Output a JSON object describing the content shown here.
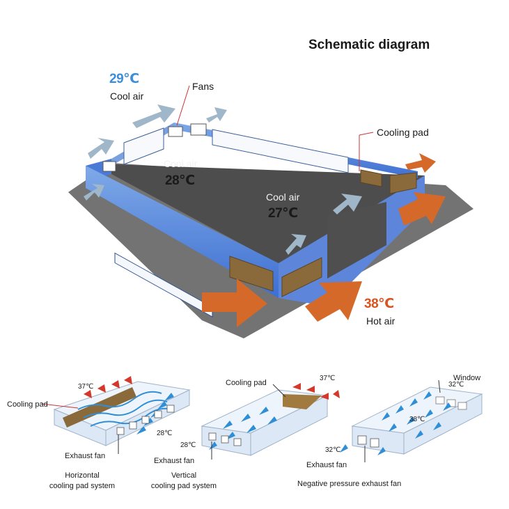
{
  "title": "Schematic diagram",
  "main_diagram": {
    "outside_cool_temp": "29℃",
    "outside_cool_label": "Cool air",
    "fans_label": "Fans",
    "cooling_pad_label": "Cooling pad",
    "inside_left_label": "Cool air",
    "inside_left_temp": "28℃",
    "inside_right_label": "Cool air",
    "inside_right_temp": "27℃",
    "hot_temp": "38℃",
    "hot_label": "Hot air"
  },
  "systems": [
    {
      "pad_label": "Cooling pad",
      "hot_temp": "37℃",
      "cool_temp": "28℃",
      "fan_label": "Exhaust fan",
      "caption_line1": "Horizontal",
      "caption_line2": "cooling pad system"
    },
    {
      "pad_label": "Cooling pad",
      "hot_temp": "37℃",
      "cool_temp": "28℃",
      "fan_label": "Exhaust fan",
      "caption_line1": "Vertical",
      "caption_line2": "cooling pad system"
    },
    {
      "window_label": "Window",
      "temp_top": "32℃",
      "temp_mid": "38℃",
      "temp_out": "32℃",
      "fan_label": "Exhaust fan",
      "caption_line1": "Negative pressure exhaust fan"
    }
  ],
  "colors": {
    "wall_blue": "#3d6fd1",
    "roof_gray": "#4a4a4a",
    "hot_arrow": "#d4692a",
    "cool_arrow": "#9fb7c8",
    "pad_brown": "#8a6a3a",
    "flow_blue": "#2f8fd6"
  }
}
